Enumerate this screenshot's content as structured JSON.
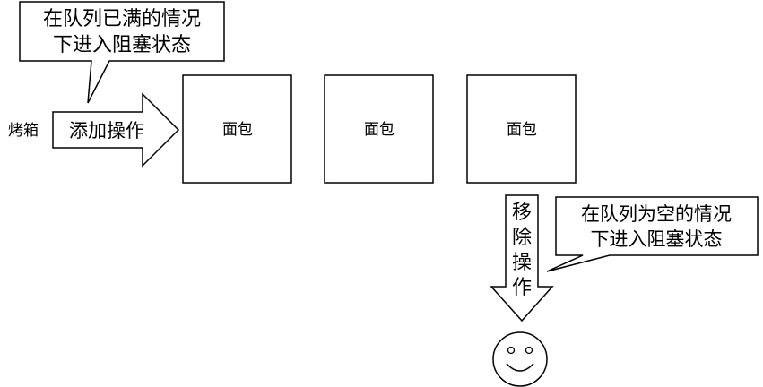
{
  "callout_top": {
    "line1": "在队列已满的情况",
    "line2": "下进入阻塞状态"
  },
  "producer_label": "烤箱",
  "add_arrow_label": "添加操作",
  "queue": {
    "items": [
      "面包",
      "面包",
      "面包"
    ]
  },
  "remove_arrow_label": [
    "移",
    "除",
    "操",
    "作"
  ],
  "callout_bottom": {
    "line1": "在队列为空的情况",
    "line2": "下进入阻塞状态"
  },
  "consumer_icon": "smiley-face-icon"
}
